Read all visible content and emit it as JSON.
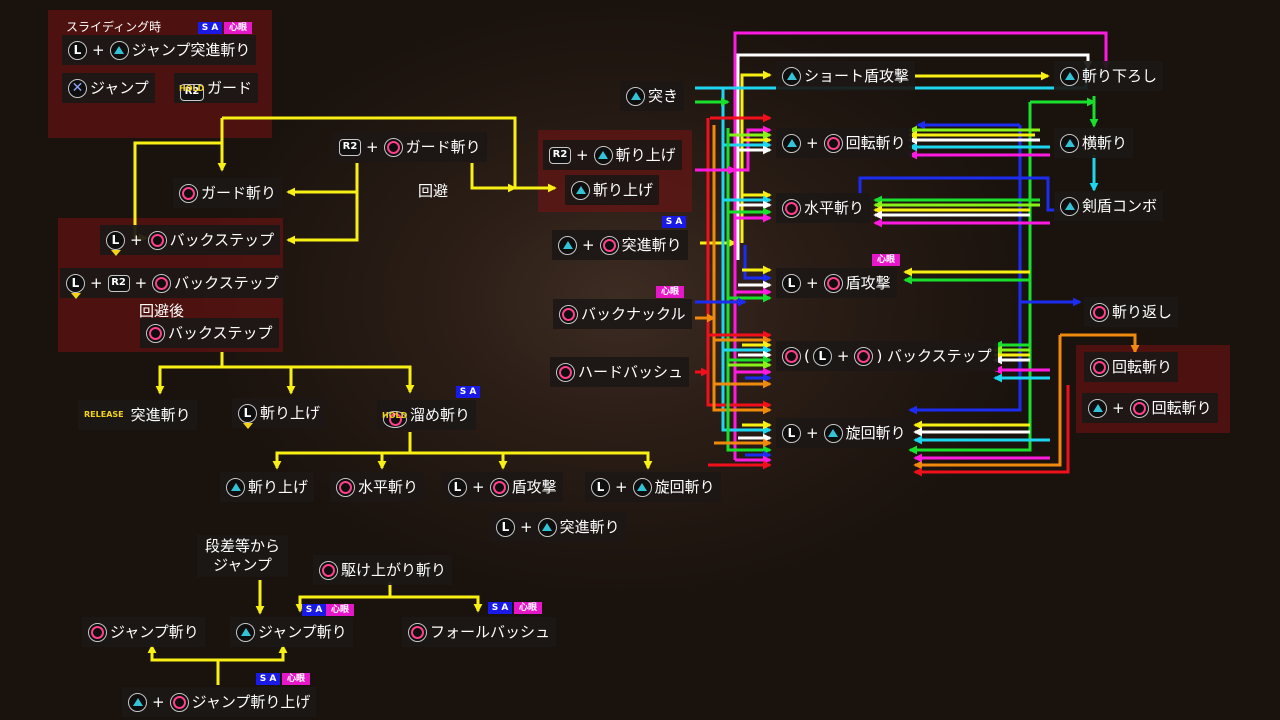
{
  "colors": {
    "yellow": "#f8f015",
    "white": "#ffffff",
    "cyan": "#1ed6f0",
    "magenta": "#ff1ae0",
    "green": "#18e02c",
    "blue": "#1c2cf0",
    "red": "#f0101c",
    "orange": "#f08a0c",
    "lime": "#8af01a",
    "region": "#7a1212",
    "sa_tag": "#1a1ae6",
    "shingan_tag": "#e617c8"
  },
  "icons": {
    "circle": "circle-button-icon",
    "triangle": "triangle-button-icon",
    "cross": "cross-button-icon",
    "L": "left-stick-button-icon",
    "L_move": "left-stick-move-icon",
    "R2": "r2-trigger-icon"
  },
  "tags": {
    "sa": "S A",
    "shingan": "心眼"
  },
  "key_labels": {
    "L": "L",
    "R2": "R2",
    "hold": "HOLD",
    "release": "RELEASE"
  },
  "left": {
    "sliding": "スライディング時",
    "jump_thrust": "ジャンプ突進斬り",
    "jump": "ジャンプ",
    "guard": "ガード",
    "guard_slash_r2": "ガード斬り",
    "guard_slash": "ガード斬り",
    "evade": "回避",
    "backstep": "バックステップ",
    "backstep2": "バックステップ",
    "after_evade": "回避後",
    "backstep3": "バックステップ",
    "thrust": "突進斬り",
    "rising": "斬り上げ",
    "charged": "溜め斬り",
    "rising2": "斬り上げ",
    "horizontal": "水平斬り",
    "shield_bash": "盾攻撃",
    "spin": "旋回斬り",
    "thrust2": "突進斬り",
    "from_ledge": "段差等から\nジャンプ",
    "running_slash": "駆け上がり斬り",
    "jump_slash_o": "ジャンプ斬り",
    "jump_slash_t": "ジャンプ斬り",
    "fall_bash": "フォールバッシュ",
    "jump_rising": "ジャンプ斬り上げ"
  },
  "center": {
    "r2_rising": "斬り上げ",
    "rising": "斬り上げ",
    "thrust_stab": "突き",
    "advancing": "突進斬り",
    "back_knuckle": "バックナックル",
    "hard_bash": "ハードバッシュ"
  },
  "right": {
    "short_shield": "ショート盾攻撃",
    "downward": "斬り下ろし",
    "roundslash": "回転斬り",
    "side_slash": "横斬り",
    "horizontal": "水平斬り",
    "sword_shield_combo": "剣盾コンボ",
    "shield_attack": "盾攻撃",
    "return_slash": "斬り返し",
    "backstep_open": "(",
    "backstep_close": ") バックステップ",
    "spin": "旋回斬り",
    "roundslash_o": "回転斬り",
    "roundslash_t": "回転斬り"
  }
}
